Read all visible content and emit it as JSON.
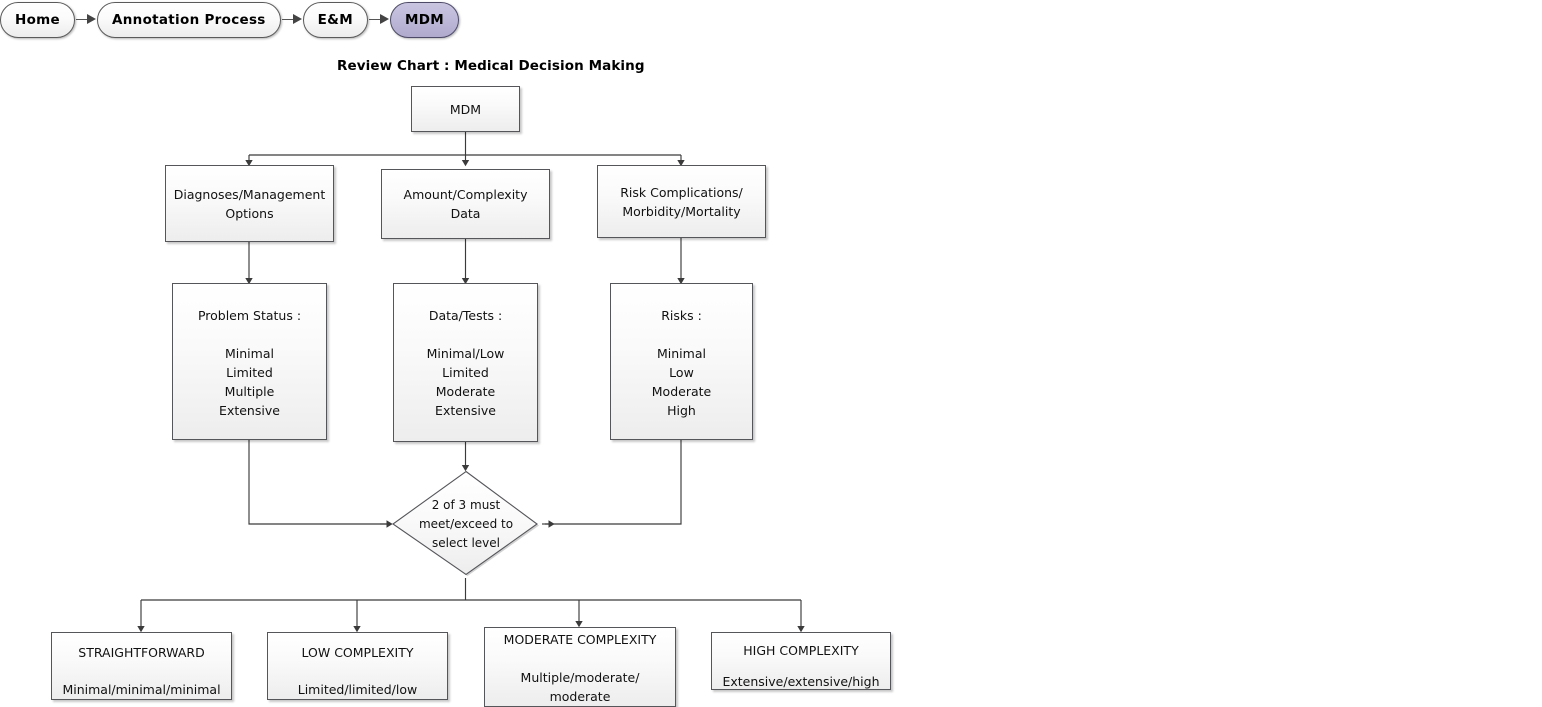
{
  "breadcrumb": {
    "items": [
      {
        "label": "Home",
        "active": false
      },
      {
        "label": "Annotation Process",
        "active": false
      },
      {
        "label": "E&M",
        "active": false
      },
      {
        "label": "MDM",
        "active": true
      }
    ],
    "active_color": "#bdb8d8"
  },
  "chart": {
    "title": "Review Chart : Medical Decision Making"
  },
  "nodes": {
    "root": {
      "label": "MDM"
    },
    "row2": [
      {
        "label": "Diagnoses/Management\nOptions"
      },
      {
        "label": "Amount/Complexity\nData"
      },
      {
        "label": "Risk Complications/\nMorbidity/Mortality"
      }
    ],
    "row3": [
      {
        "head": "Problem Status :",
        "items": "Minimal\nLimited\nMultiple\nExtensive"
      },
      {
        "head": "Data/Tests :",
        "items": "Minimal/Low\nLimited\nModerate\nExtensive"
      },
      {
        "head": "Risks :",
        "items": "Minimal\nLow\nModerate\nHigh"
      }
    ],
    "decision": {
      "label": "2 of 3 must\nmeet/exceed to\nselect level"
    },
    "row4": [
      {
        "head": "STRAIGHTFORWARD",
        "detail": "Minimal/minimal/minimal"
      },
      {
        "head": "LOW COMPLEXITY",
        "detail": "Limited/limited/low"
      },
      {
        "head": "MODERATE COMPLEXITY",
        "detail": "Multiple/moderate/\nmoderate"
      },
      {
        "head": "HIGH COMPLEXITY",
        "detail": "Extensive/extensive/high"
      }
    ]
  }
}
